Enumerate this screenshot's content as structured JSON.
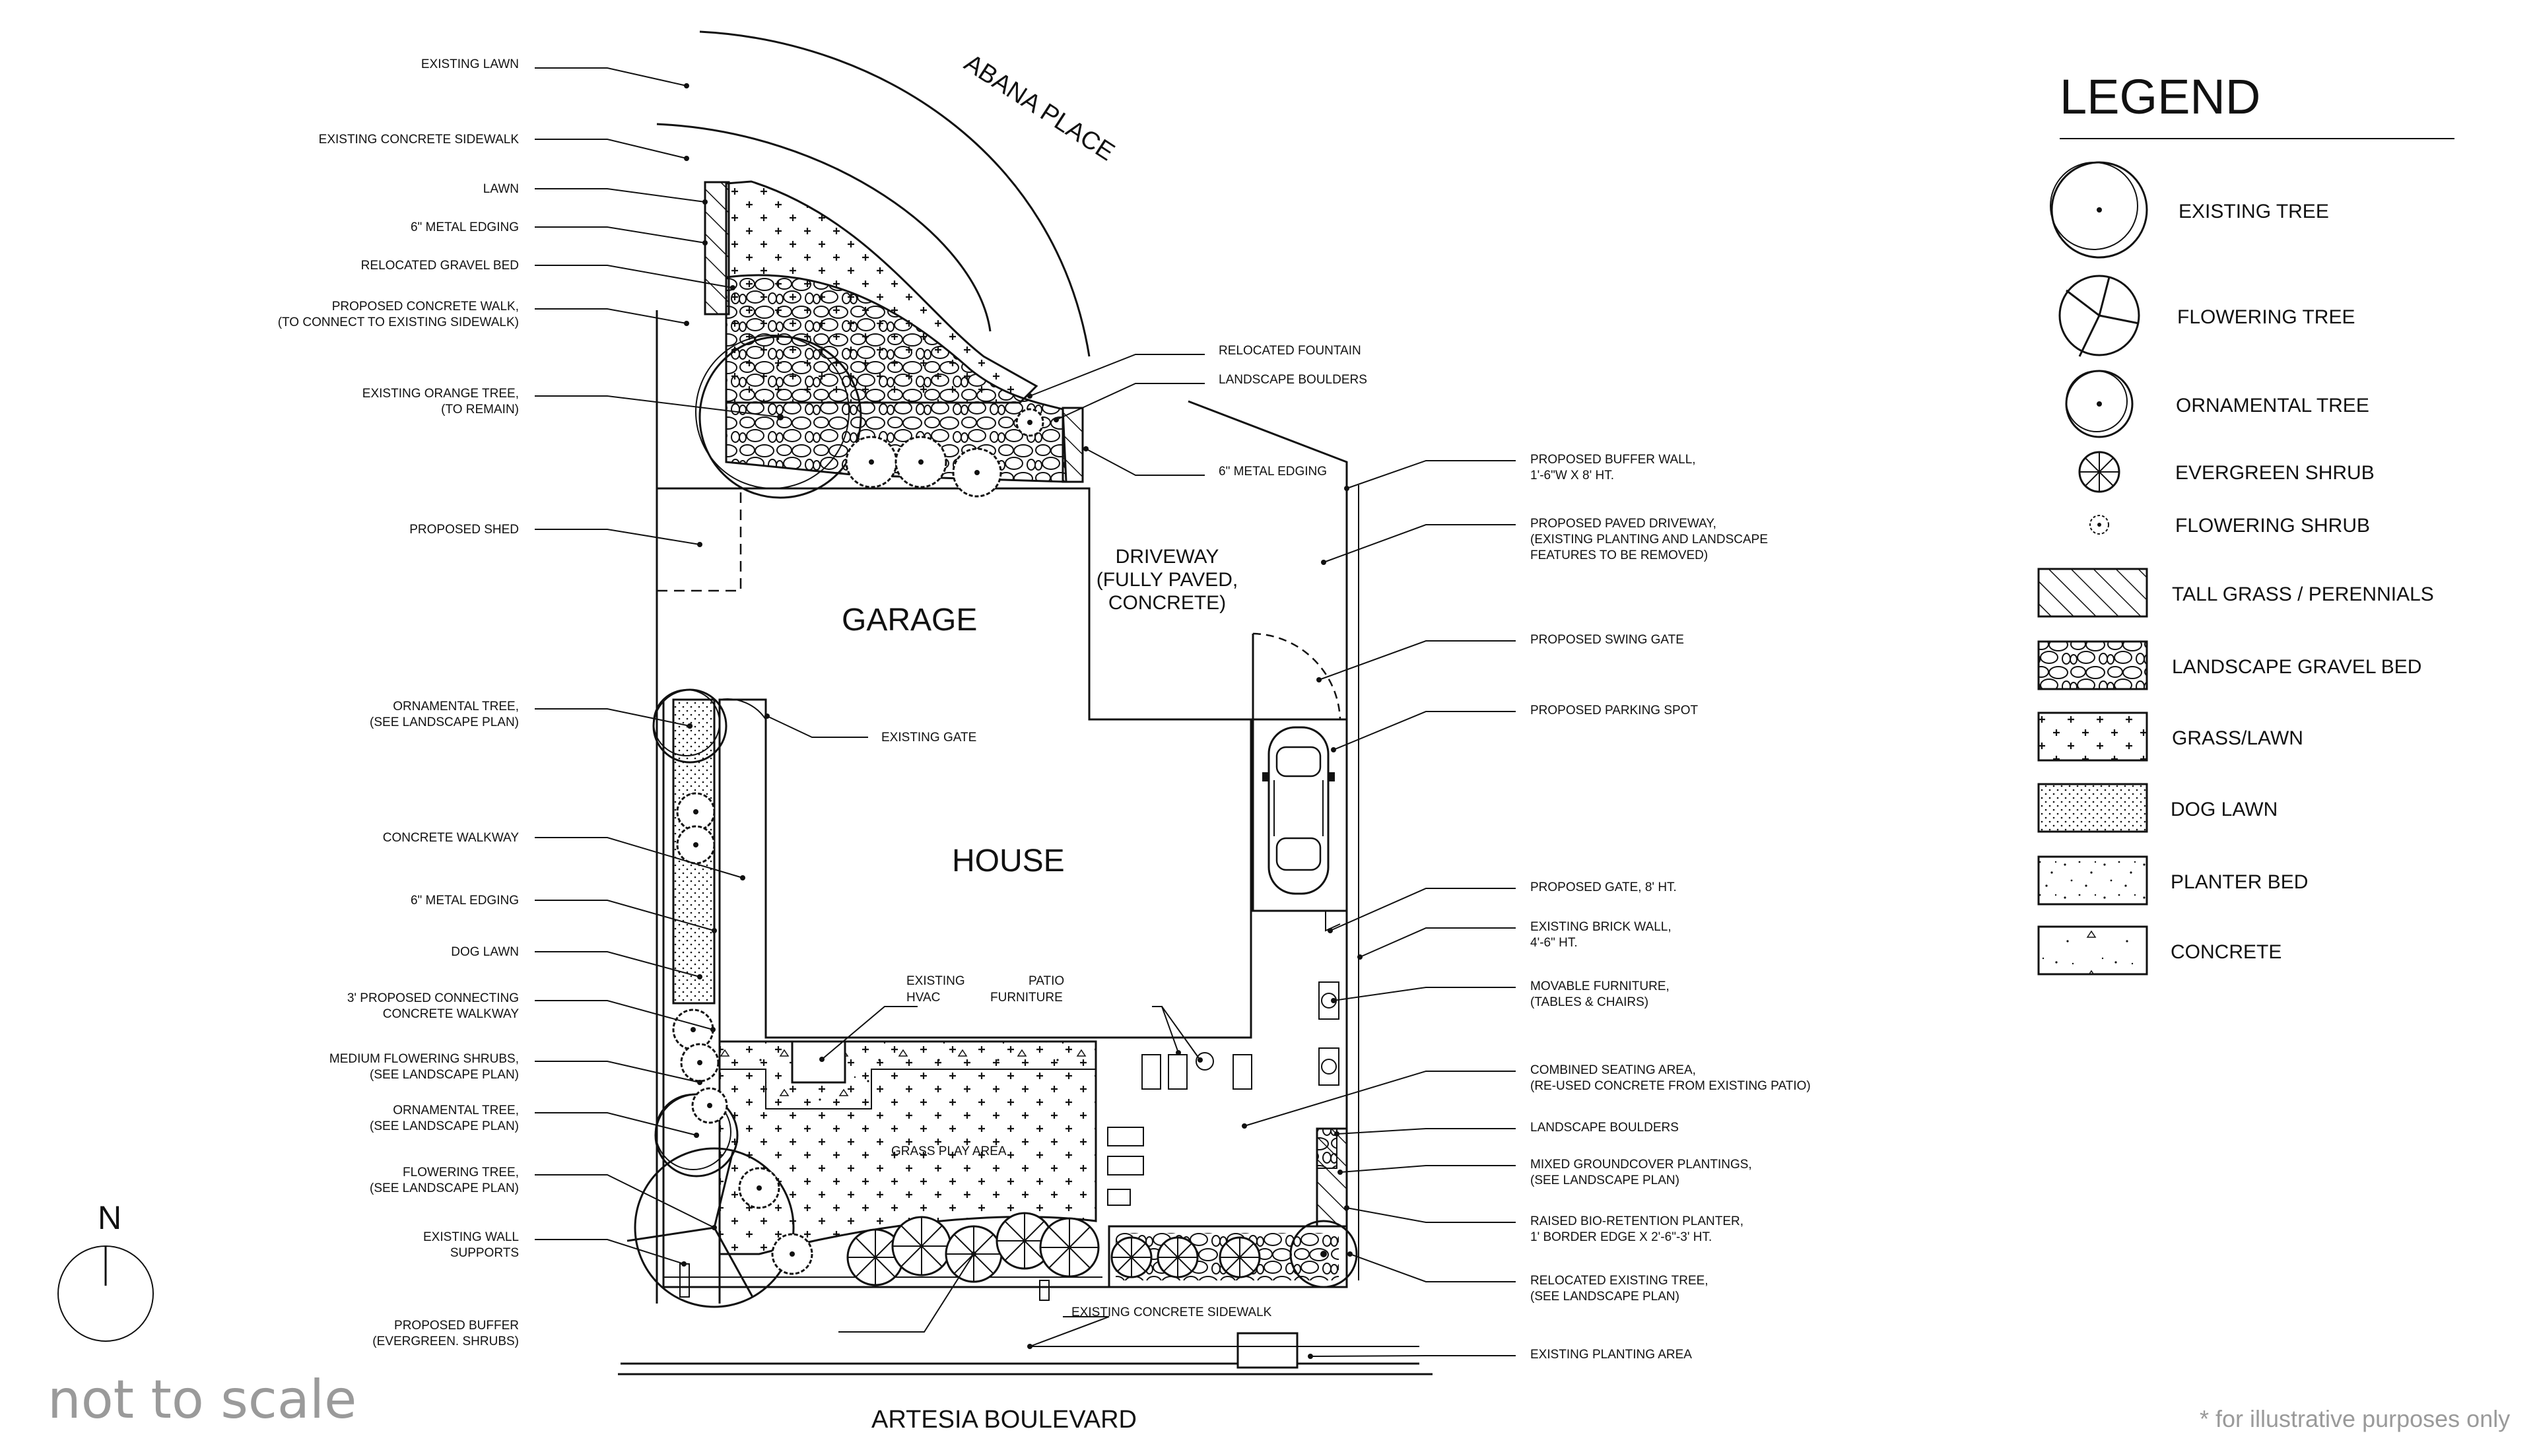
{
  "streets": {
    "top": "ABANA PLACE",
    "bottom": "ARTESIA BOULEVARD"
  },
  "rooms": {
    "garage": "GARAGE",
    "house": "HOUSE",
    "driveway": [
      "DRIVEWAY",
      "(FULLY PAVED,",
      "CONCRETE)"
    ],
    "grass_play_area": "GRASS PLAY AREA",
    "hvac": [
      "EXISTING",
      "HVAC"
    ],
    "patio_furniture": [
      "PATIO",
      "FURNITURE"
    ]
  },
  "left_labels": [
    [
      "EXISTING LAWN"
    ],
    [
      "EXISTING CONCRETE SIDEWALK"
    ],
    [
      "LAWN"
    ],
    [
      "6\" METAL EDGING"
    ],
    [
      "RELOCATED GRAVEL BED"
    ],
    [
      "PROPOSED CONCRETE WALK,",
      "(TO CONNECT TO EXISTING SIDEWALK)"
    ],
    [
      "EXISTING ORANGE TREE,",
      "(TO REMAIN)"
    ],
    [
      "PROPOSED SHED"
    ],
    [
      "ORNAMENTAL TREE,",
      "(SEE LANDSCAPE PLAN)"
    ],
    [
      "CONCRETE WALKWAY"
    ],
    [
      "6\" METAL EDGING"
    ],
    [
      "DOG LAWN"
    ],
    [
      "3' PROPOSED CONNECTING",
      "CONCRETE WALKWAY"
    ],
    [
      "MEDIUM FLOWERING SHRUBS,",
      "(SEE LANDSCAPE PLAN)"
    ],
    [
      "ORNAMENTAL TREE,",
      "(SEE LANDSCAPE PLAN)"
    ],
    [
      "FLOWERING TREE,",
      "(SEE LANDSCAPE PLAN)"
    ],
    [
      "EXISTING WALL",
      "SUPPORTS"
    ],
    [
      "PROPOSED BUFFER",
      "(EVERGREEN. SHRUBS)"
    ]
  ],
  "right_labels": [
    [
      "RELOCATED FOUNTAIN"
    ],
    [
      "LANDSCAPE BOULDERS"
    ],
    [
      "6\" METAL EDGING"
    ],
    [
      "PROPOSED BUFFER WALL,",
      "1'-6\"W X 8' HT."
    ],
    [
      "PROPOSED PAVED DRIVEWAY,",
      "(EXISTING PLANTING AND LANDSCAPE",
      "FEATURES TO BE REMOVED)"
    ],
    [
      "PROPOSED SWING GATE"
    ],
    [
      "PROPOSED PARKING SPOT"
    ],
    [
      "PROPOSED GATE, 8' HT."
    ],
    [
      "EXISTING BRICK WALL,",
      "4'-6\" HT."
    ],
    [
      "MOVABLE FURNITURE,",
      "(TABLES & CHAIRS)"
    ],
    [
      "COMBINED SEATING AREA,",
      "(RE-USED CONCRETE FROM EXISTING PATIO)"
    ],
    [
      "LANDSCAPE BOULDERS"
    ],
    [
      "MIXED GROUNDCOVER PLANTINGS,",
      "(SEE LANDSCAPE PLAN)"
    ],
    [
      "RAISED BIO-RETENTION PLANTER,",
      "1' BORDER EDGE X 2'-6\"-3' HT."
    ],
    [
      "RELOCATED EXISTING TREE,",
      "(SEE LANDSCAPE PLAN)"
    ],
    [
      "EXISTING PLANTING AREA"
    ]
  ],
  "center_labels": {
    "existing_gate": "EXISTING GATE",
    "existing_sidewalk": "EXISTING CONCRETE SIDEWALK"
  },
  "legend": {
    "title": "LEGEND",
    "items": [
      {
        "label": "EXISTING  TREE",
        "icon": "existing-tree-icon"
      },
      {
        "label": "FLOWERING TREE",
        "icon": "flowering-tree-icon"
      },
      {
        "label": "ORNAMENTAL TREE",
        "icon": "ornamental-tree-icon"
      },
      {
        "label": "EVERGREEN SHRUB",
        "icon": "evergreen-shrub-icon"
      },
      {
        "label": "FLOWERING SHRUB",
        "icon": "flowering-shrub-icon"
      },
      {
        "label": "TALL GRASS / PERENNIALS",
        "icon": "hatch-swatch"
      },
      {
        "label": "LANDSCAPE GRAVEL BED",
        "icon": "gravel-swatch"
      },
      {
        "label": "GRASS/LAWN",
        "icon": "lawn-swatch"
      },
      {
        "label": "DOG LAWN",
        "icon": "dog-lawn-swatch"
      },
      {
        "label": "PLANTER BED",
        "icon": "planter-swatch"
      },
      {
        "label": "CONCRETE",
        "icon": "concrete-swatch"
      }
    ]
  },
  "north": "N",
  "scale_note": "not to scale",
  "disclaimer": "* for illustrative purposes only"
}
